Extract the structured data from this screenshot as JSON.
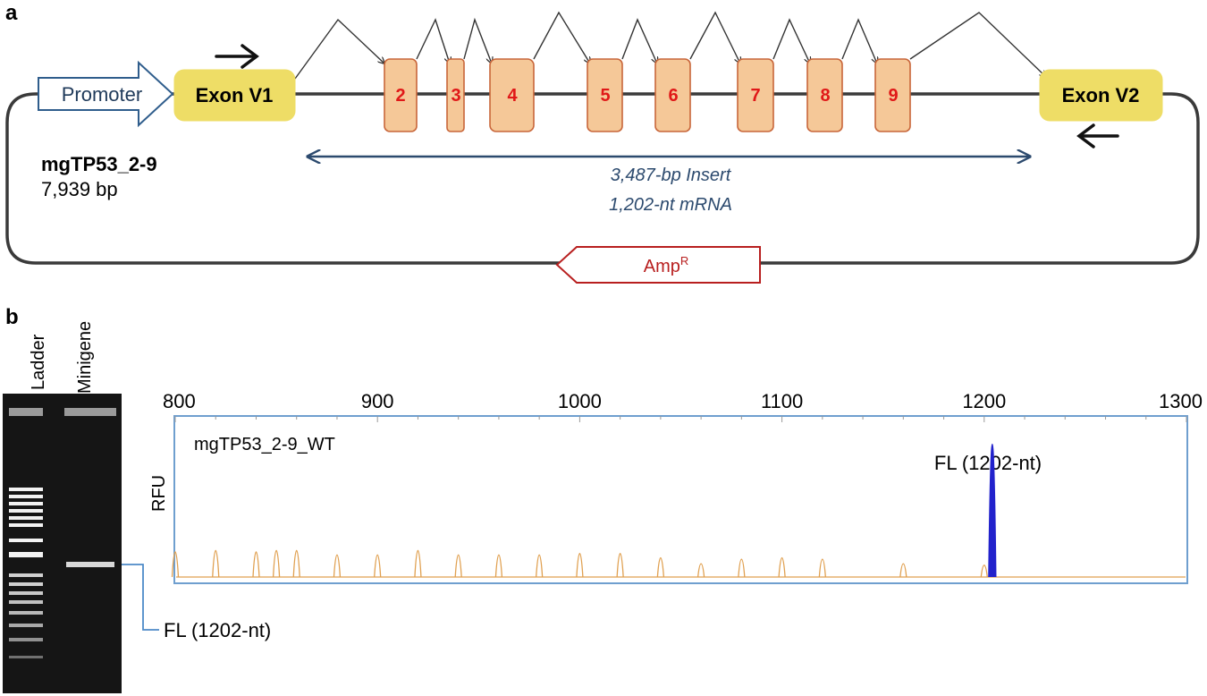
{
  "panel_a": {
    "label": "a",
    "promoter": "Promoter",
    "exon_v1": "Exon V1",
    "exon_v2": "Exon V2",
    "exons": [
      "2",
      "3",
      "4",
      "5",
      "6",
      "7",
      "8",
      "9"
    ],
    "plasmid_name": "mgTP53_2-9",
    "plasmid_size": "7,939 bp",
    "insert_line1": "3,487-bp Insert",
    "insert_line2": "1,202-nt mRNA",
    "amp_base": "Amp",
    "amp_sup": "R"
  },
  "panel_b": {
    "label": "b",
    "lane_ladder": "Ladder",
    "lane_minigene": "Minigene",
    "band_callout": "FL (1202-nt)",
    "chart_data": {
      "type": "line",
      "title": "mgTP53_2-9_WT",
      "ylabel": "RFU",
      "xlabel": "",
      "xlim": [
        800,
        1300
      ],
      "x_ticks": [
        "800",
        "900",
        "1000",
        "1100",
        "1200",
        "1300"
      ],
      "annotation": "FL (1202-nt)",
      "series": [
        {
          "color": "#2222cc",
          "x": [
            1204
          ],
          "y": [
            0.9
          ]
        },
        {
          "color": "#e0a050",
          "x": [
            800,
            820,
            840,
            850,
            860,
            880,
            900,
            920,
            940,
            960,
            980,
            1000,
            1020,
            1040,
            1060,
            1080,
            1100,
            1120,
            1160,
            1200
          ],
          "y": [
            0.17,
            0.18,
            0.17,
            0.18,
            0.18,
            0.15,
            0.15,
            0.18,
            0.15,
            0.15,
            0.15,
            0.16,
            0.16,
            0.13,
            0.09,
            0.12,
            0.13,
            0.12,
            0.09,
            0.08
          ]
        }
      ]
    }
  }
}
